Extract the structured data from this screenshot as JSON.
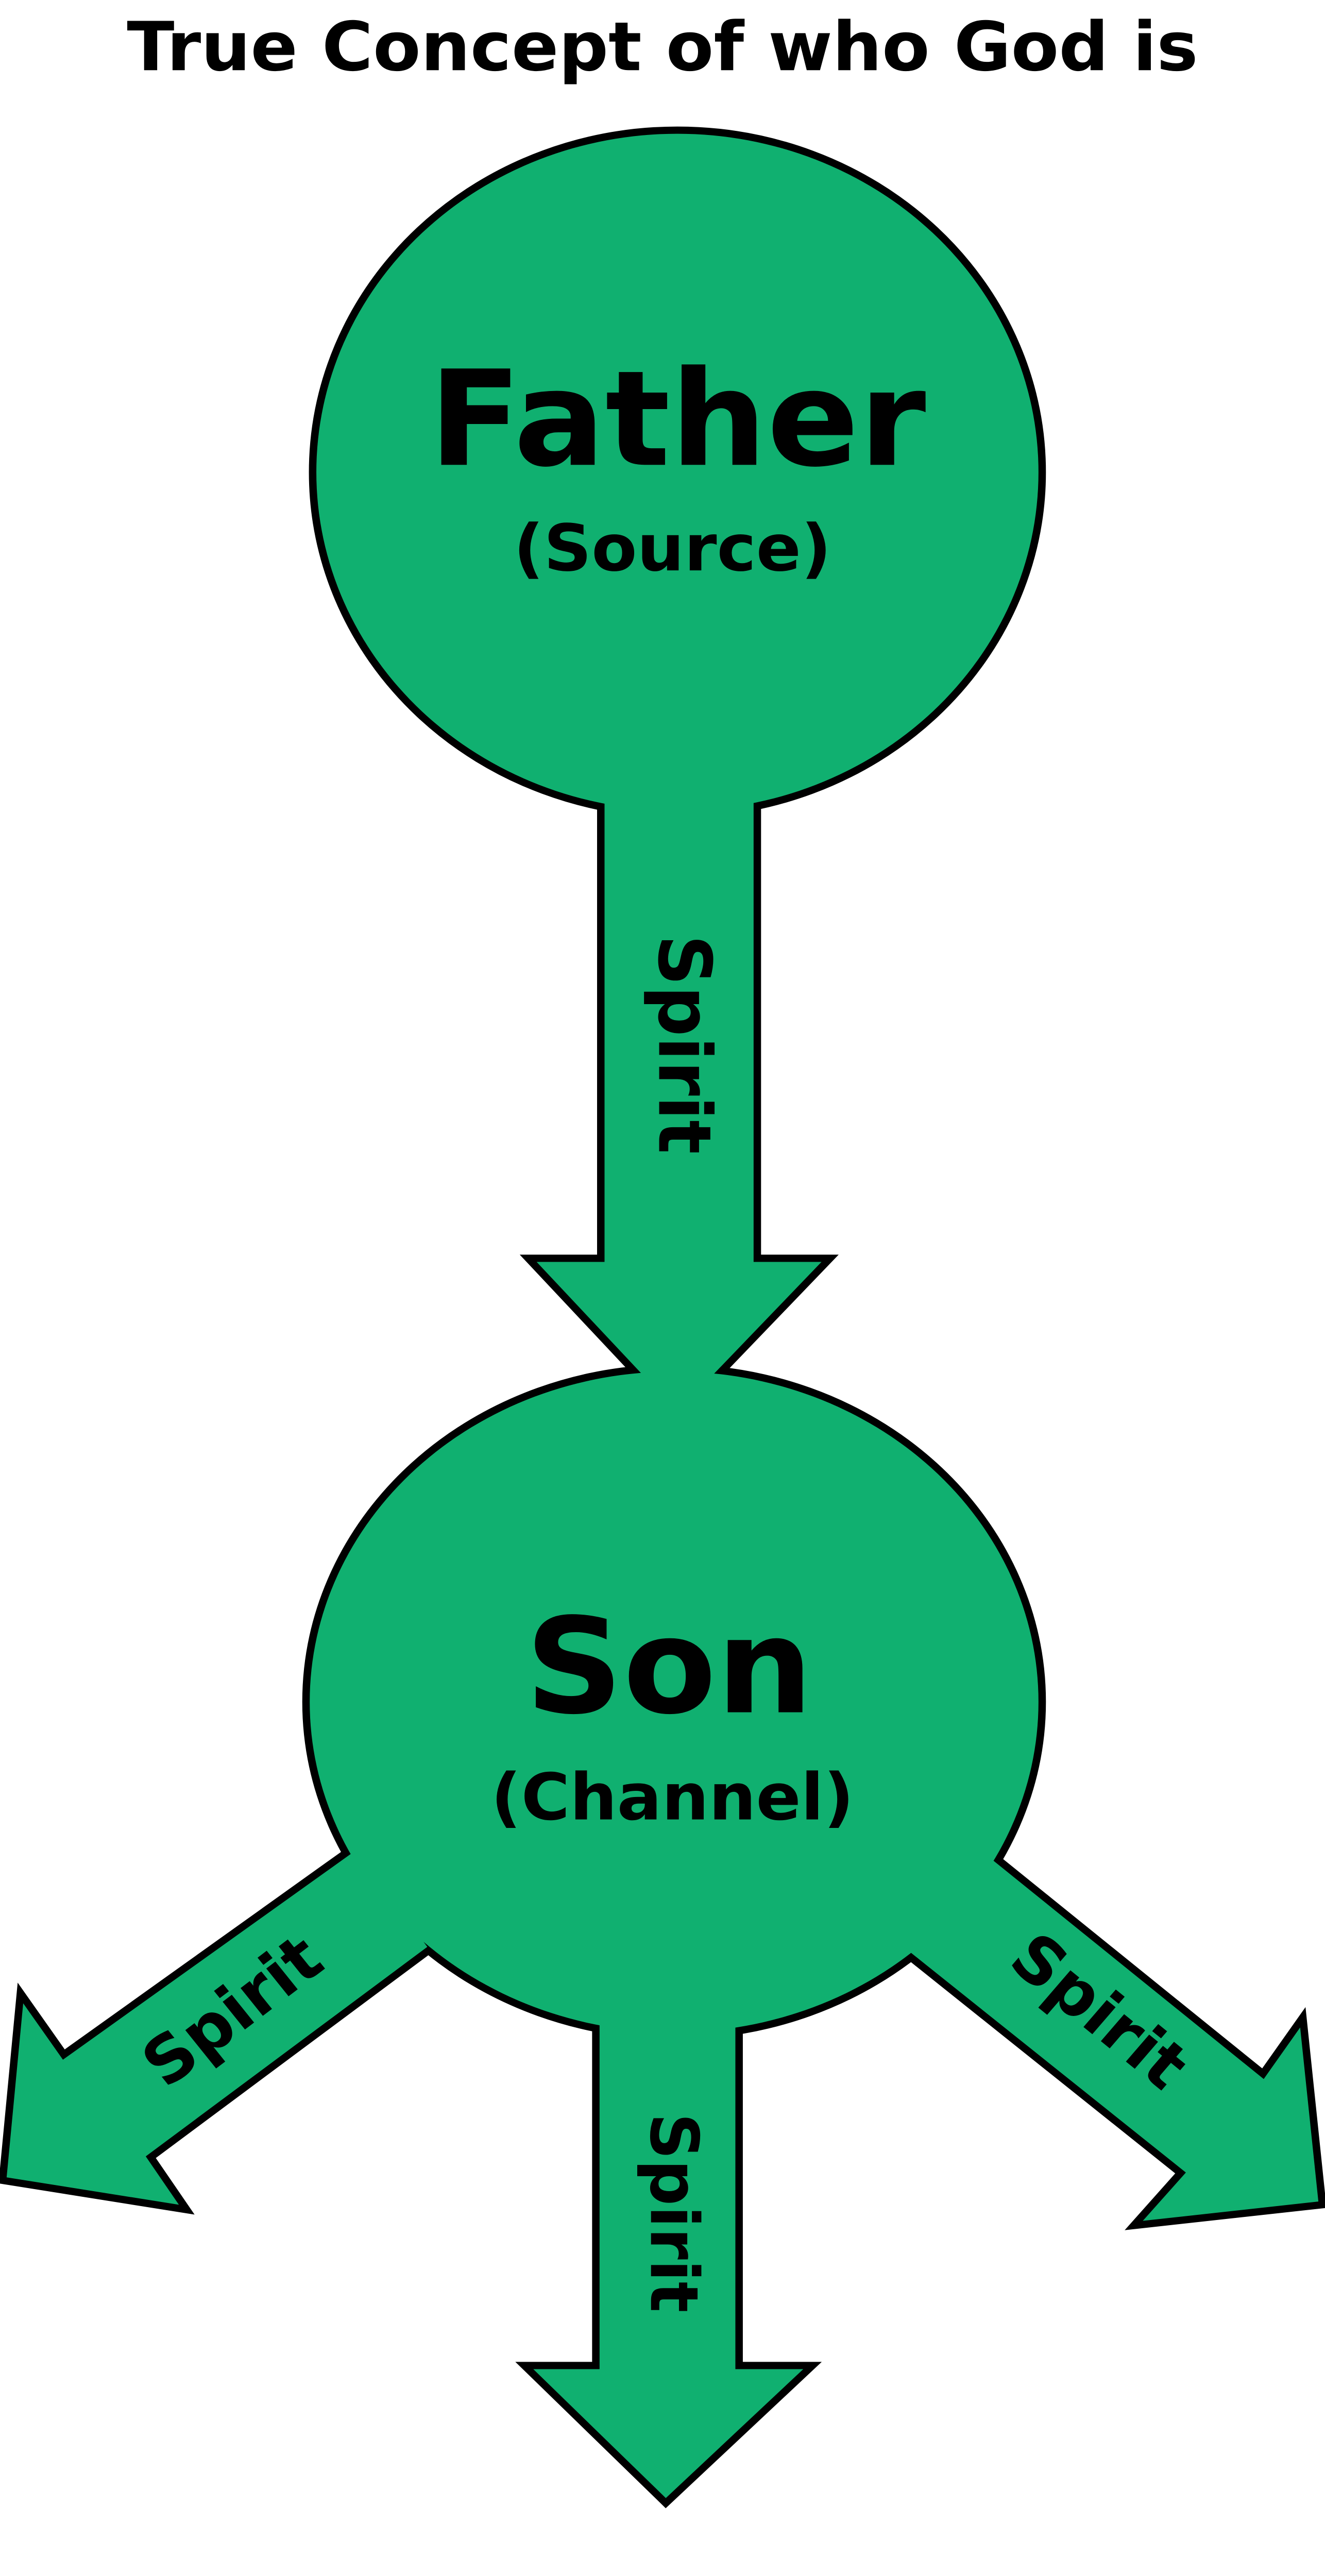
{
  "title": "True Concept of who God is",
  "colors": {
    "fill": "#10b070",
    "outline": "#000000"
  },
  "nodes": {
    "father": {
      "label": "Father",
      "sublabel": "(Source)"
    },
    "son": {
      "label": "Son",
      "sublabel": "(Channel)"
    }
  },
  "arrows": {
    "father_to_son": "Spirit",
    "son_left": "Spirit",
    "son_down": "Spirit",
    "son_right": "Spirit"
  }
}
